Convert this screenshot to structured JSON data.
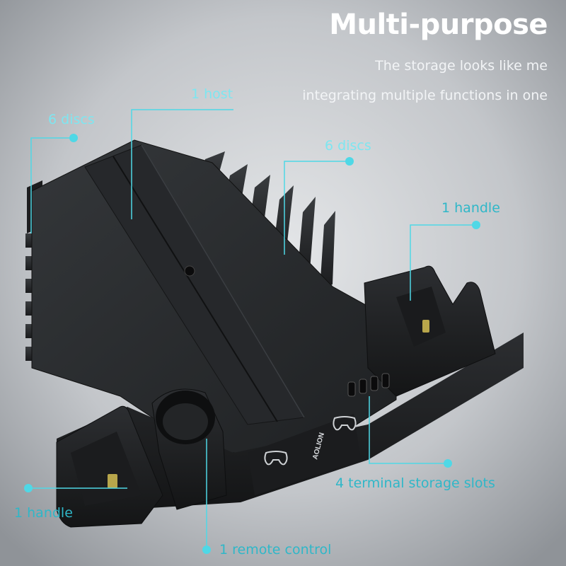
{
  "header": {
    "title": "Multi-purpose",
    "subtitle_line1": "The storage looks like me",
    "subtitle_line2": "integrating multiple functions in one"
  },
  "callouts": {
    "host": "1 host",
    "discs_left": "6 discs",
    "discs_right": "6 discs",
    "handle_right": "1 handle",
    "handle_left": "1 handle",
    "terminal_slots": "4 terminal storage slots",
    "remote": "1 remote control"
  },
  "product": {
    "brand": "AOLION"
  },
  "colors": {
    "accent": "#4fd8e6",
    "background": "#c9ccd0",
    "product": "#2a2c2f"
  }
}
